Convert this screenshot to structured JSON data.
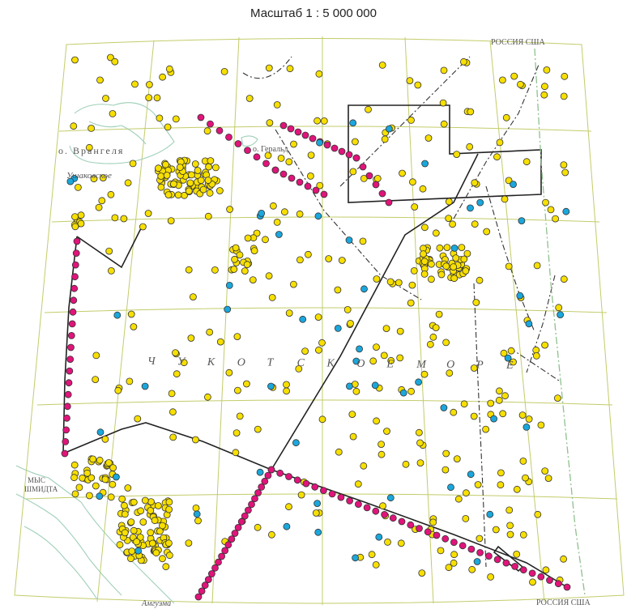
{
  "scale_title": "Масштаб 1 : 5 000 000",
  "labels": {
    "border_top": "РОССИЯ  США",
    "border_bottom": "РОССИЯ  США",
    "wrangel": "о. Врангеля",
    "ushakovskoe": "Ушаковское",
    "herald": "о. Геральд",
    "cape_line1": "МЫС",
    "cape_line2": "ШМИДТА",
    "amguema": "Амгуэма",
    "sea_letters": [
      "Ч",
      "У",
      "К",
      "О",
      "Т",
      "С",
      "К",
      "О",
      "Е",
      "М",
      "О",
      "Р",
      "Е"
    ]
  },
  "colors": {
    "yellow_station": "#f7df00",
    "magenta_station": "#e0147a",
    "cyan_station": "#1aa7dc",
    "grid": "#c3cc6a",
    "coast": "#9fcfb8",
    "route": "#222222",
    "label": "#555555"
  },
  "legend_present": false
}
